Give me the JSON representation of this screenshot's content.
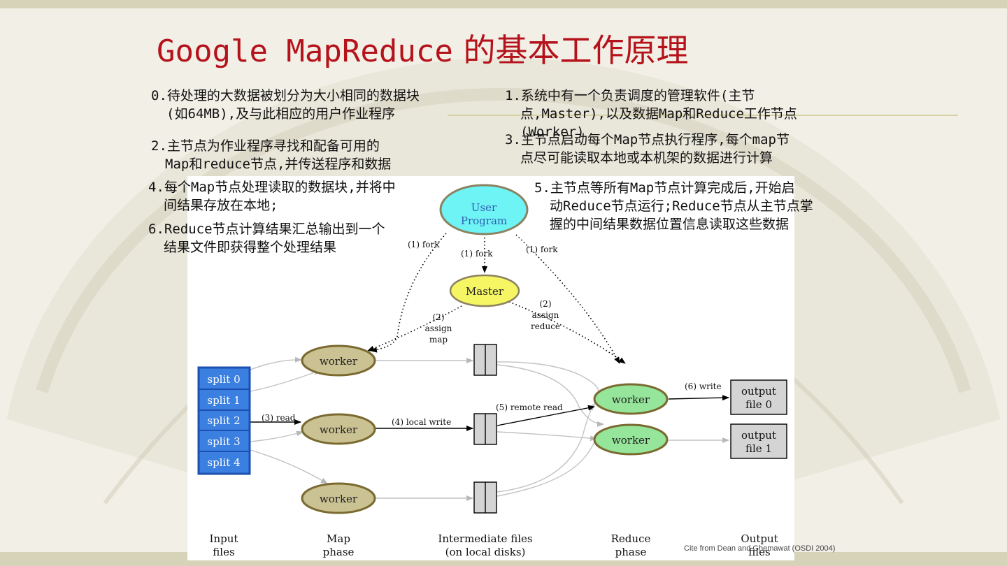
{
  "slide": {
    "title_latin": "Google MapReduce",
    "title_cjk": "的基本工作原理",
    "steps": [
      {
        "line1": "0.待处理的大数据被划分为大小相同的数据块",
        "line2": "(如64MB),及与此相应的用户作业程序"
      },
      {
        "line1": "1.系统中有一个负责调度的管理软件(主节",
        "line2": "点,Master),以及数据Map和Reduce工作节点",
        "line3": "(Worker)"
      },
      {
        "line1": "2.主节点为作业程序寻找和配备可用的",
        "line2": "Map和reduce节点,并传送程序和数据"
      },
      {
        "line1": "3.主节点启动每个Map节点执行程序,每个map节",
        "line2": "点尽可能读取本地或本机架的数据进行计算"
      },
      {
        "line1": "4.每个Map节点处理读取的数据块,并将中",
        "line2": "间结果存放在本地;"
      },
      {
        "line1": "5.主节点等所有Map节点计算完成后,开始启",
        "line2": "动Reduce节点运行;Reduce节点从主节点掌",
        "line3": "握的中间结果数据位置信息读取这些数据"
      },
      {
        "line1": "6.Reduce节点计算结果汇总输出到一个",
        "line2": "结果文件即获得整个处理结果"
      }
    ],
    "cite": "Cite from Dean and Ghemawat (OSDI 2004)"
  },
  "diagram": {
    "user_program": [
      "User",
      "Program"
    ],
    "master": "Master",
    "worker": "worker",
    "splits": [
      "split 0",
      "split 1",
      "split 2",
      "split 3",
      "split 4"
    ],
    "outputs": [
      [
        "output",
        "file 0"
      ],
      [
        "output",
        "file 1"
      ]
    ],
    "edges": {
      "fork": "(1) fork",
      "assign_map": [
        "(2)",
        "assign",
        "map"
      ],
      "assign_reduce": [
        "(2)",
        "assign",
        "reduce"
      ],
      "read": "(3) read",
      "local_write": "(4) local write",
      "remote_read": "(5) remote read",
      "write": "(6) write"
    },
    "phases": [
      [
        "Input",
        "files"
      ],
      [
        "Map",
        "phase"
      ],
      [
        "Intermediate files",
        "(on local disks)"
      ],
      [
        "Reduce",
        "phase"
      ],
      [
        "Output",
        "files"
      ]
    ]
  }
}
